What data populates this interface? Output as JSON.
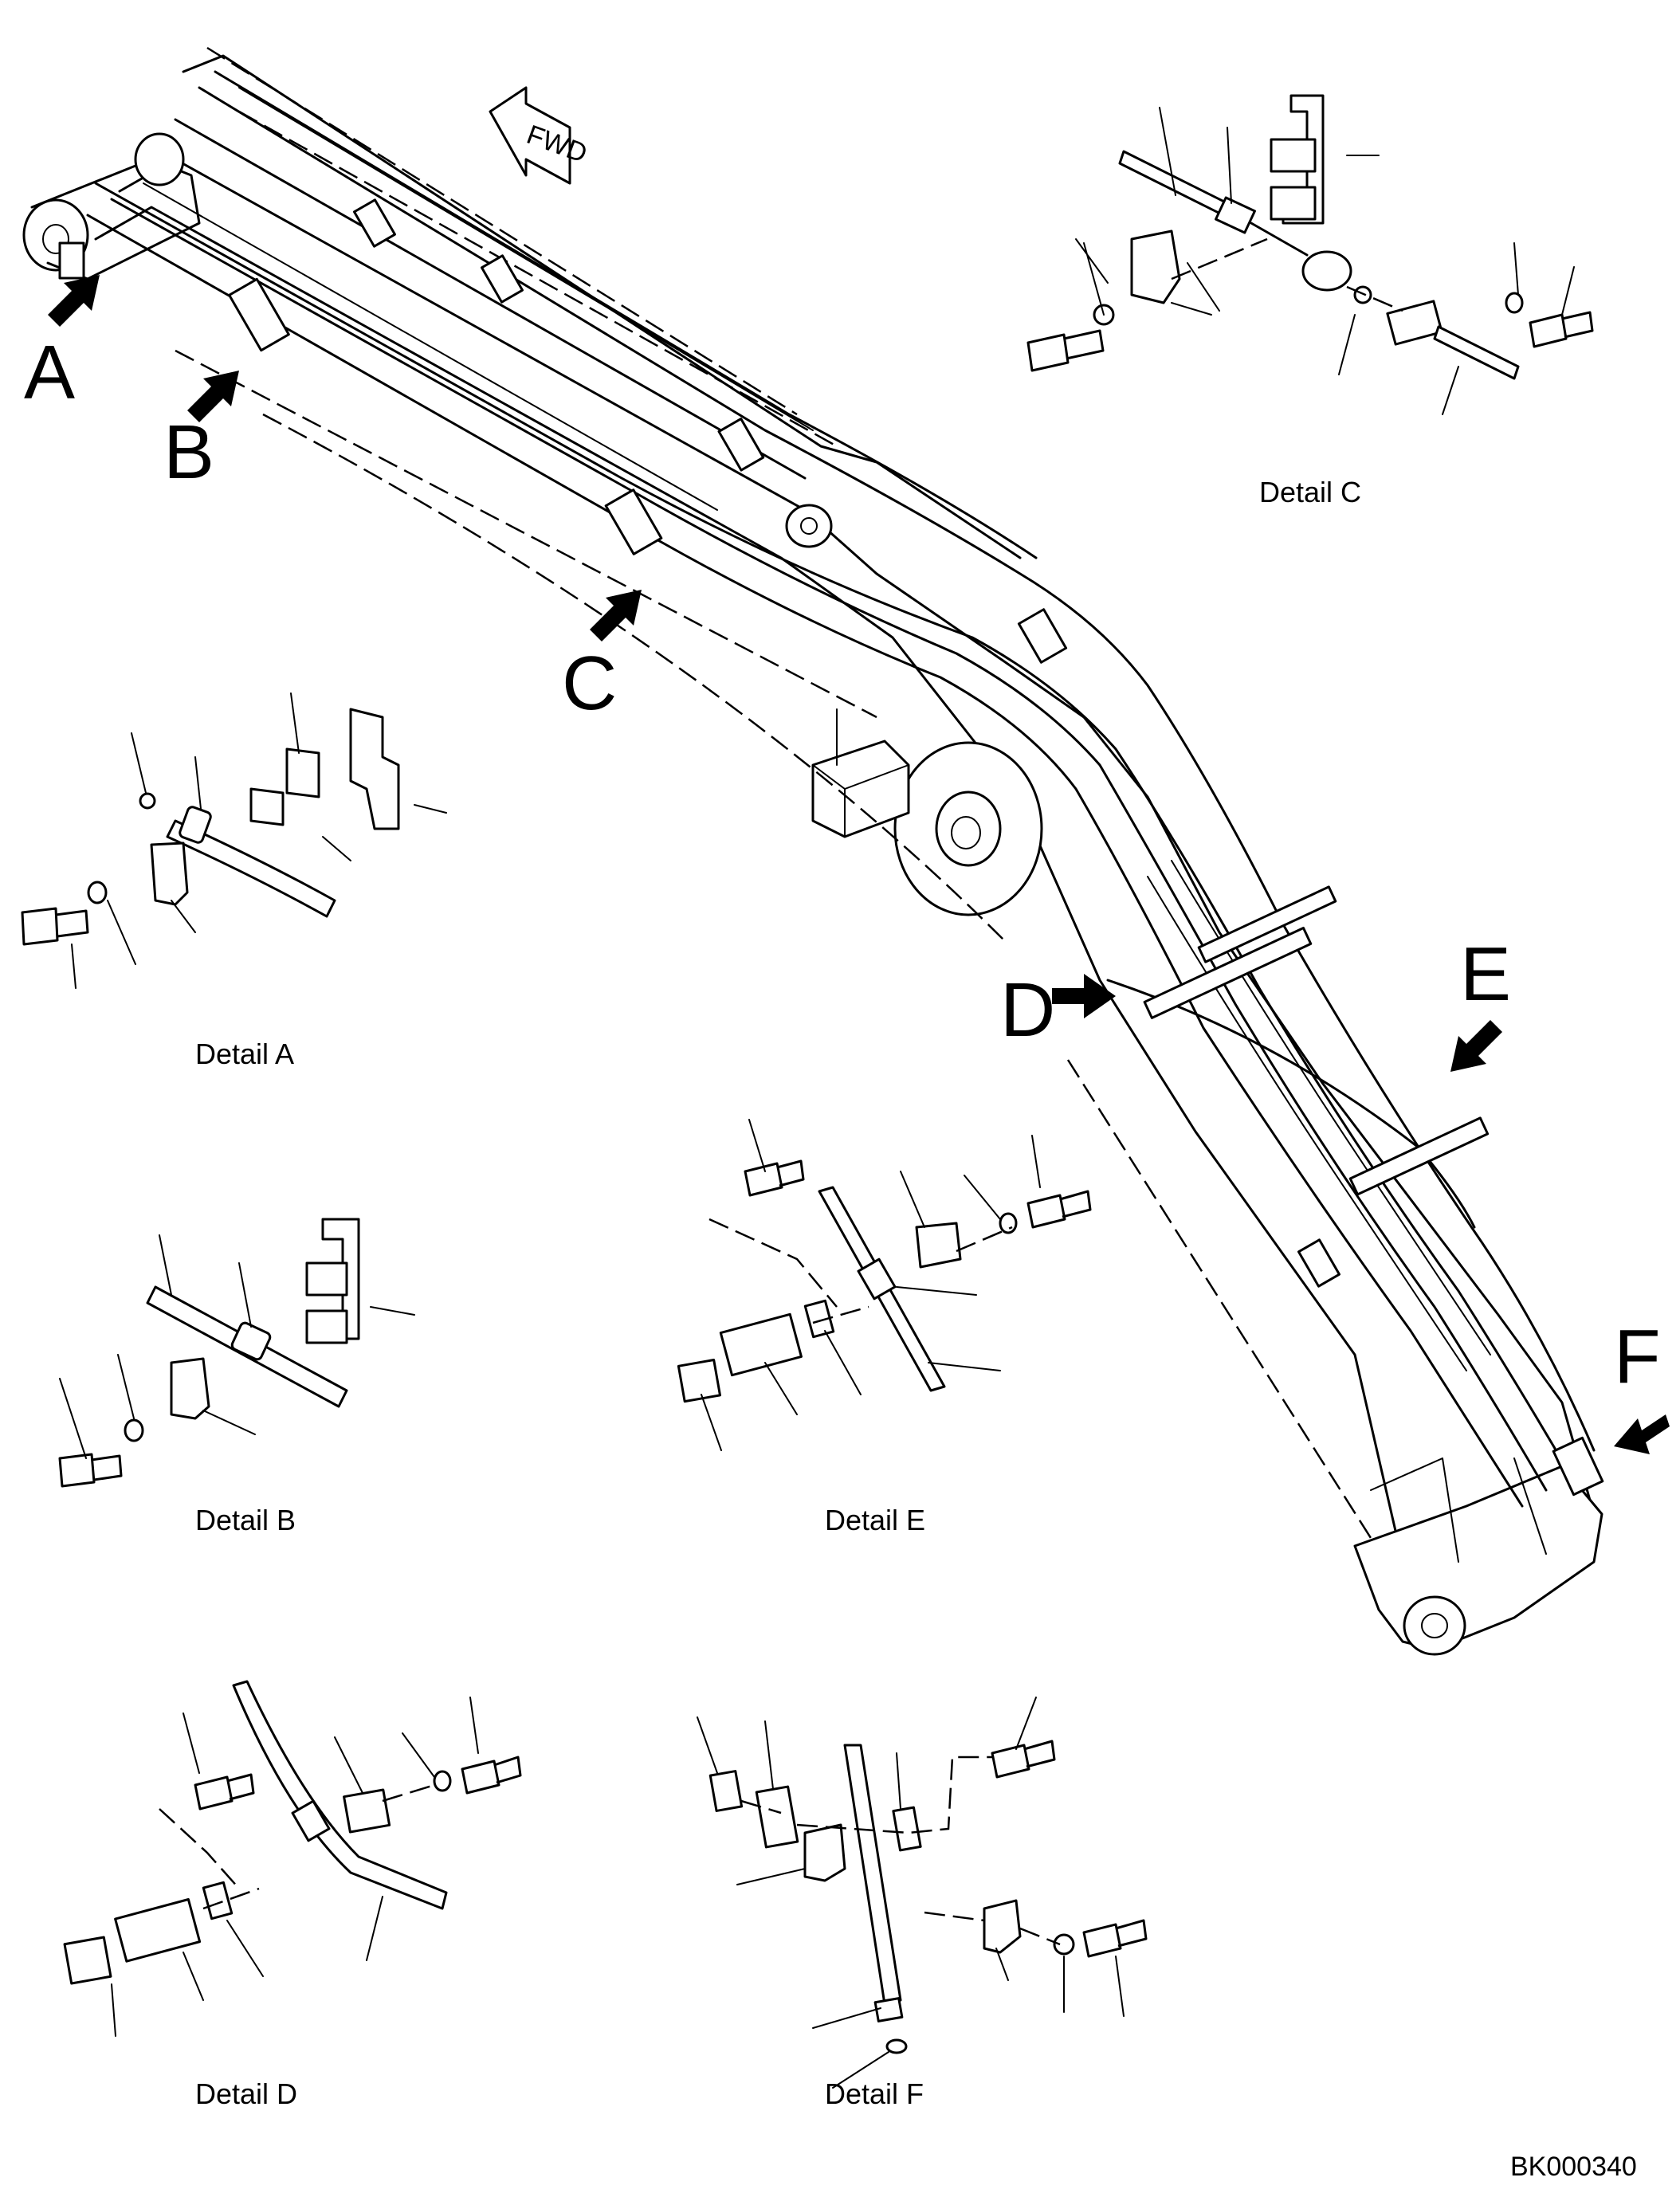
{
  "diagram": {
    "direction_marker": "FWD",
    "view_labels": [
      "A",
      "B",
      "C",
      "D",
      "E",
      "F"
    ],
    "details": [
      {
        "id": "A",
        "caption": "Detail A"
      },
      {
        "id": "B",
        "caption": "Detail B"
      },
      {
        "id": "C",
        "caption": "Detail C"
      },
      {
        "id": "D",
        "caption": "Detail D"
      },
      {
        "id": "E",
        "caption": "Detail E"
      },
      {
        "id": "F",
        "caption": "Detail F"
      }
    ],
    "drawing_number": "BK000340"
  }
}
